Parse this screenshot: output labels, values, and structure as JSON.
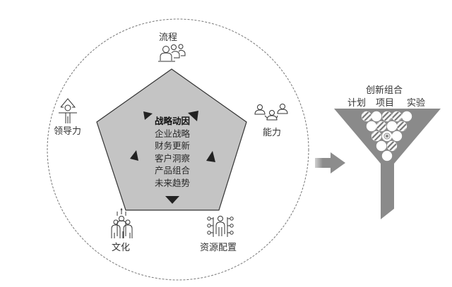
{
  "left_diagram": {
    "center": {
      "title": "战略动因",
      "items": [
        "企业战略",
        "财务更新",
        "客户洞察",
        "产品组合",
        "未来趋势"
      ]
    },
    "factors": {
      "top": {
        "label": "流程",
        "icon": "people-group-icon"
      },
      "right": {
        "label": "能力",
        "icon": "team-network-icon"
      },
      "bottom_right": {
        "label": "资源配置",
        "icon": "person-connections-icon"
      },
      "bottom_left": {
        "label": "文化",
        "icon": "people-culture-icon"
      },
      "left": {
        "label": "领导力",
        "icon": "leader-arrow-icon"
      }
    }
  },
  "arrow": {
    "icon": "right-arrow-icon"
  },
  "funnel": {
    "title": "创新组合",
    "categories": [
      "计划",
      "项目",
      "实验"
    ],
    "icon": "funnel-icon"
  },
  "colors": {
    "pentagon_fill": "#c4c4c4",
    "funnel_fill": "#8a8a8a",
    "arrow_fill": "#8c8c8c",
    "outline": "#333333"
  }
}
